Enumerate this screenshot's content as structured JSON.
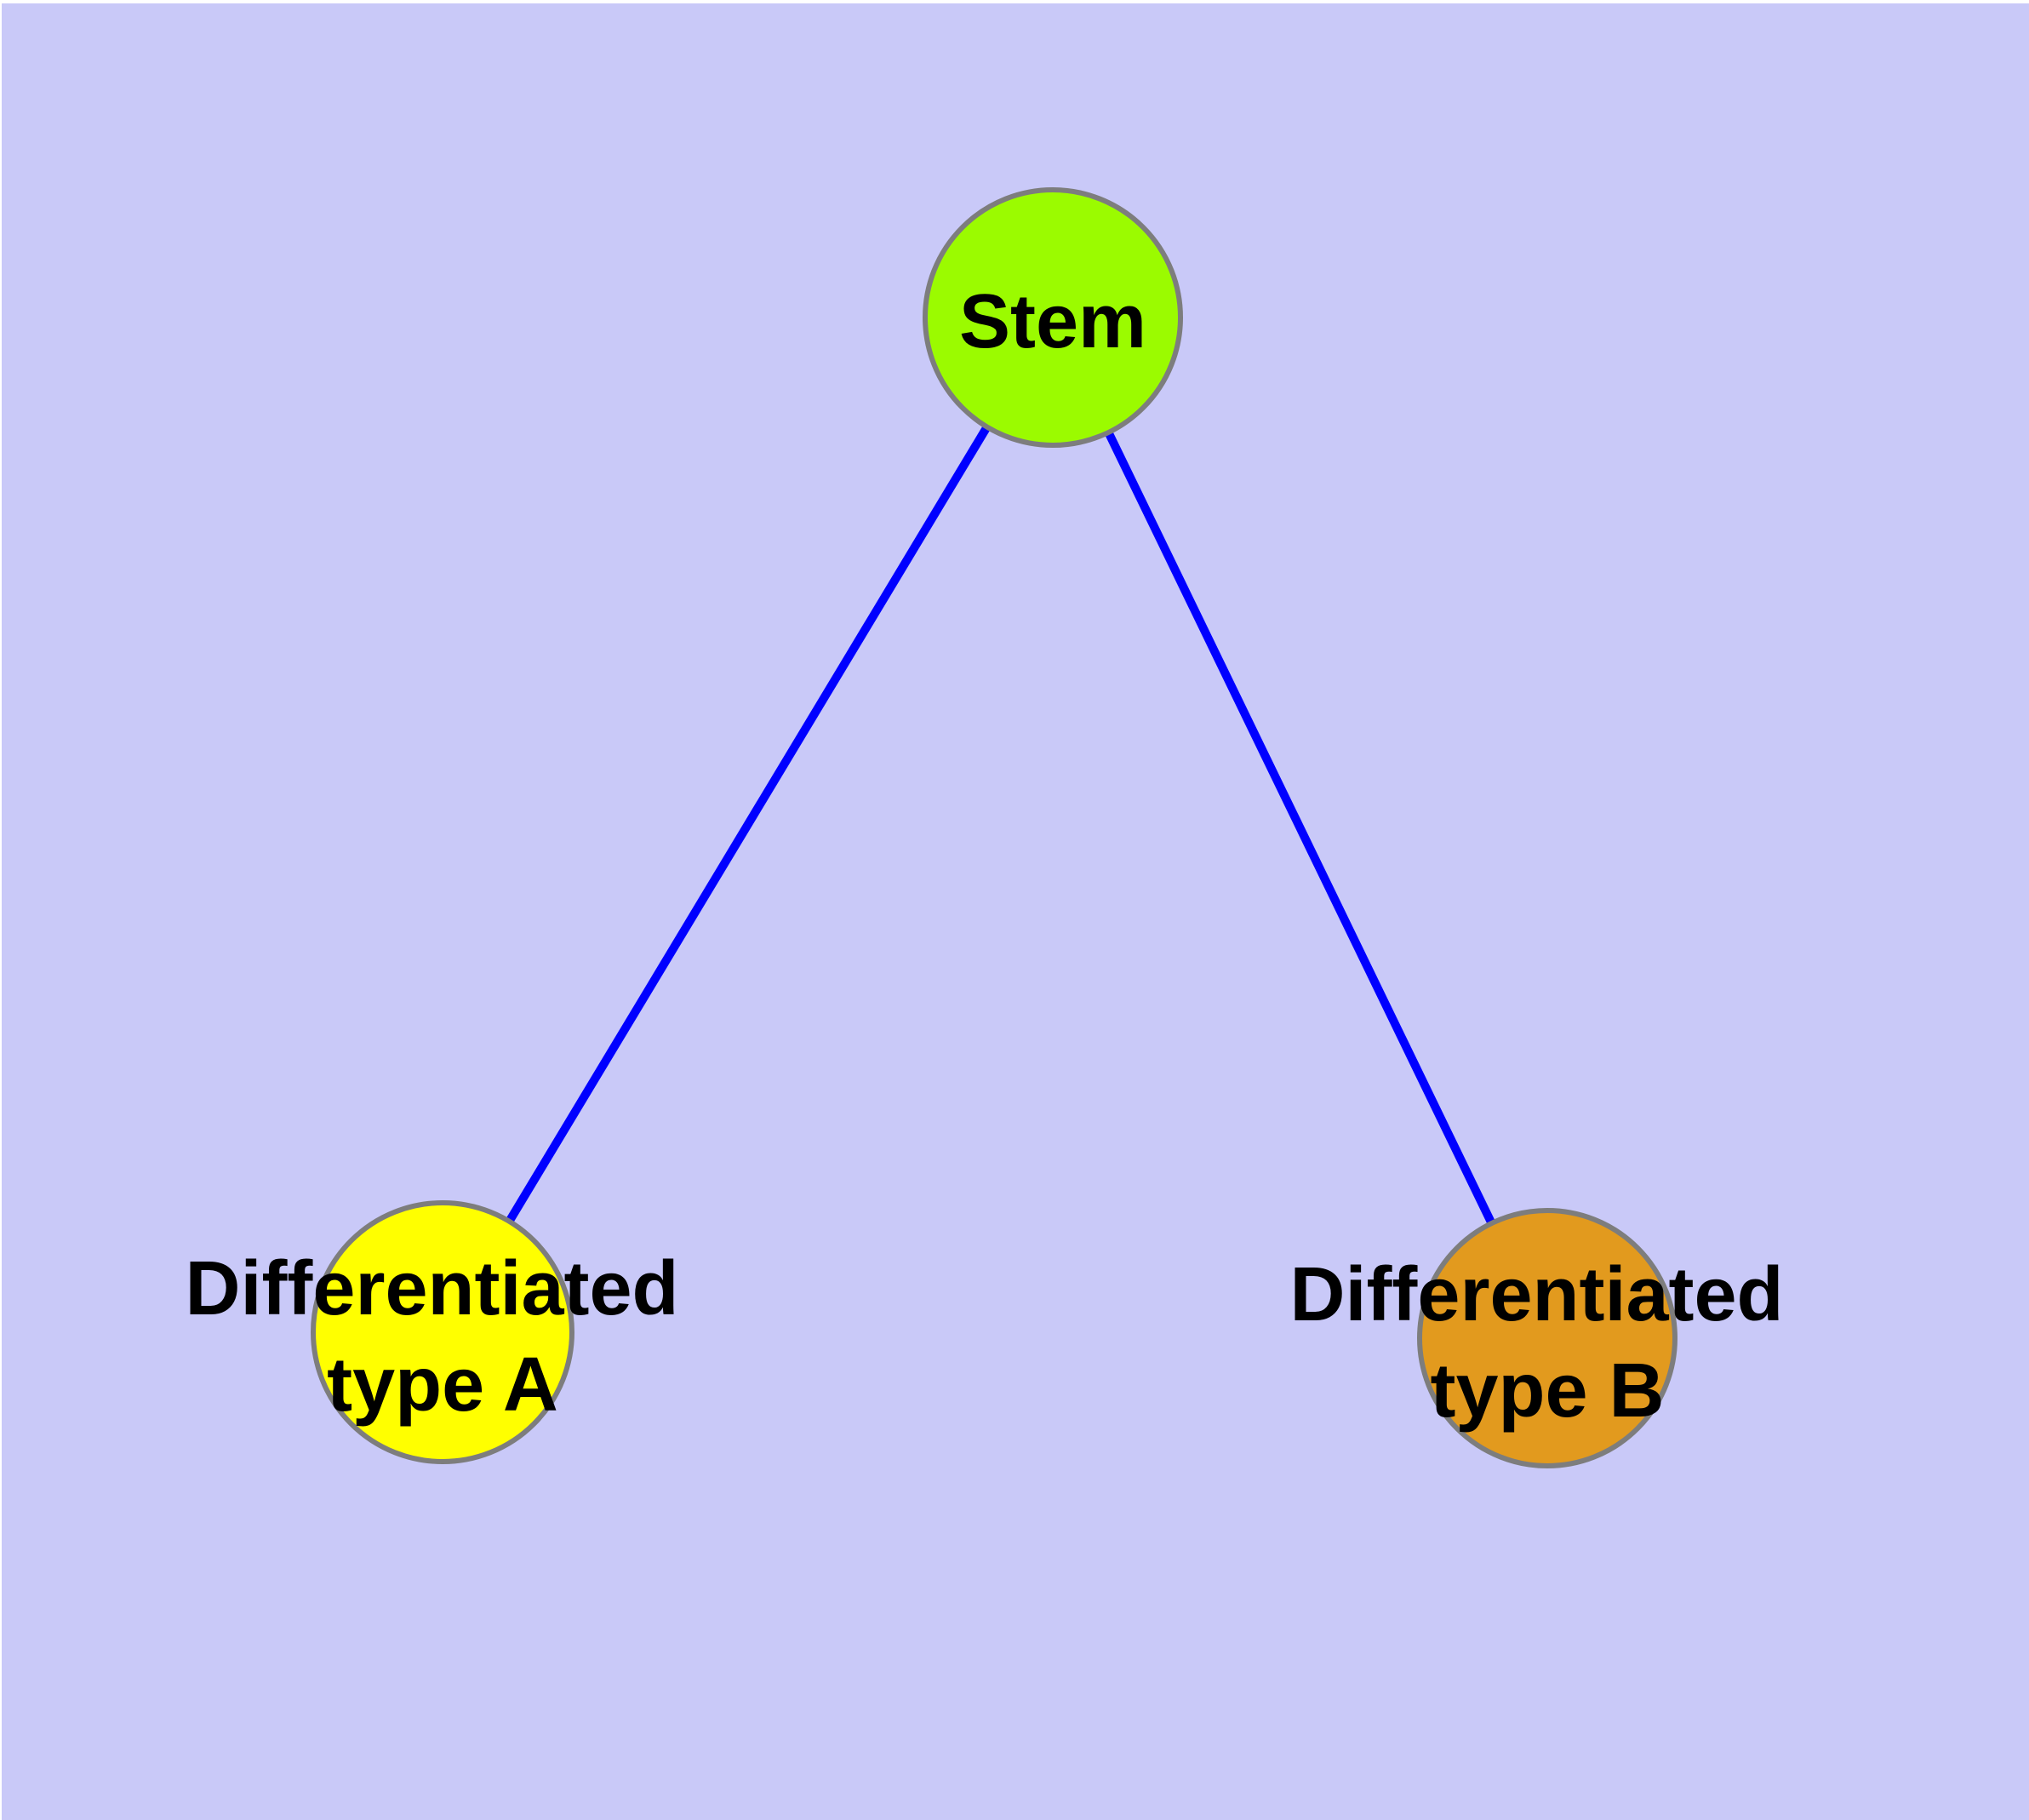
{
  "diagram": {
    "title": "",
    "background_color": "#c9c9f8",
    "margin_color": "#ffffff",
    "edge_color": "#0000ff",
    "node_border_color": "#7d7d7d",
    "label_color": "#000000",
    "nodes": [
      {
        "id": "stem",
        "label": "Stem",
        "line1": "Stem",
        "line2": "",
        "fill": "#9bfb00"
      },
      {
        "id": "differentiated-type-a",
        "label": "Differentiated type A",
        "line1": "Differentiated",
        "line2": "type A",
        "fill": "#ffff00"
      },
      {
        "id": "differentiated-type-b",
        "label": "Differentiated type B",
        "line1": "Differentiated",
        "line2": "type B",
        "fill": "#e29a1e"
      }
    ],
    "edges": [
      {
        "from": "Stem",
        "to": "Differentiated type A"
      },
      {
        "from": "Stem",
        "to": "Differentiated type B"
      }
    ]
  }
}
